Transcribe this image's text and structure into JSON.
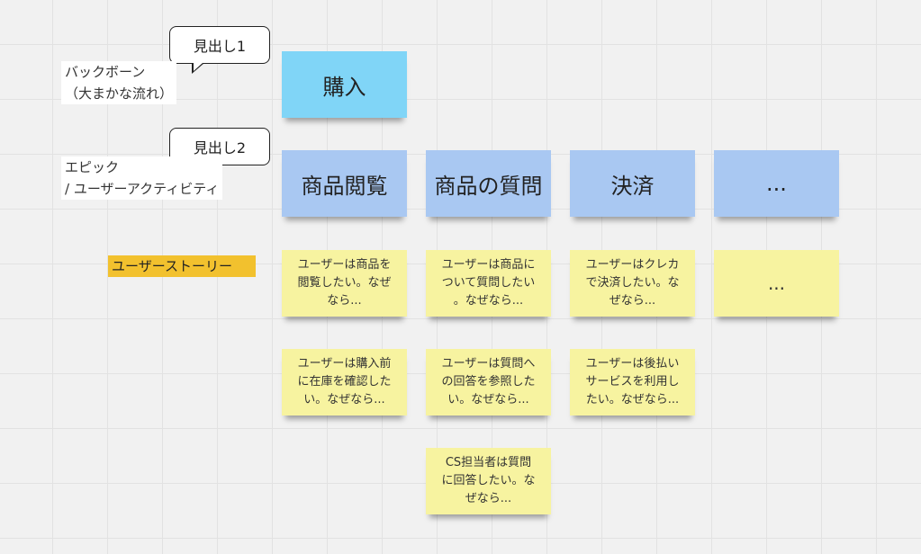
{
  "colors": {
    "backbone": "#80d5f7",
    "epic": "#a9c8f2",
    "story": "#f7f3a0",
    "story_label": "#f2c12e"
  },
  "bubbles": [
    "見出し1",
    "見出し2"
  ],
  "labels": {
    "backbone": "バックボーン\n（大まかな流れ）",
    "epic": "エピック\n/ ユーザーアクティビティ",
    "story": "ユーザーストーリー"
  },
  "backbone": [
    "購入"
  ],
  "epics": [
    "商品閲覧",
    "商品の質問",
    "決済",
    "..."
  ],
  "stories": [
    [
      "ユーザーは商品を\n閲覧したい。なぜ\nなら...",
      "ユーザーは商品に\nついて質問したい\n。なぜなら...",
      "ユーザーはクレカ\nで決済したい。な\nぜなら...",
      "..."
    ],
    [
      "ユーザーは購入前\nに在庫を確認した\nい。なぜなら...",
      "ユーザーは質問へ\nの回答を参照した\nい。なぜなら...",
      "ユーザーは後払い\nサービスを利用し\nたい。なぜなら..."
    ],
    [
      "",
      "CS担当者は質問\nに回答したい。な\nぜなら..."
    ]
  ]
}
